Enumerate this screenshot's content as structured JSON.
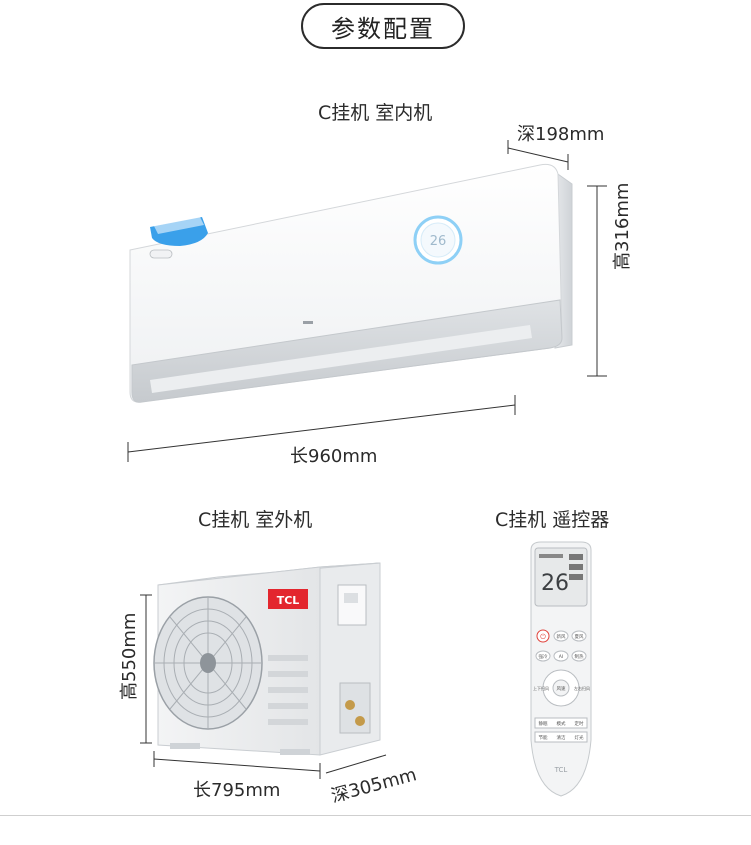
{
  "section_title": "参数配置",
  "indoor": {
    "label": "C挂机 室内机",
    "depth": "深198mm",
    "height": "高316mm",
    "length": "长960mm",
    "display_temp": "26"
  },
  "outdoor": {
    "label": "C挂机 室外机",
    "height": "高550mm",
    "length": "长795mm",
    "depth": "深305mm",
    "brand": "TCL"
  },
  "remote": {
    "label": "C挂机 遥控器",
    "lcd_temp": "26",
    "brand": "TCL",
    "buttons": [
      "",
      "新风",
      "夏风",
      "强冷",
      "AI",
      "制热",
      "上下扫风",
      "风速",
      "左右扫风",
      "静眠",
      "模式",
      "定时",
      "节能",
      "清洁",
      "灯光"
    ]
  },
  "colors": {
    "accent_blue": "#3aa0ea",
    "power_red": "#e0433c",
    "tcl_red": "#e3262e"
  }
}
